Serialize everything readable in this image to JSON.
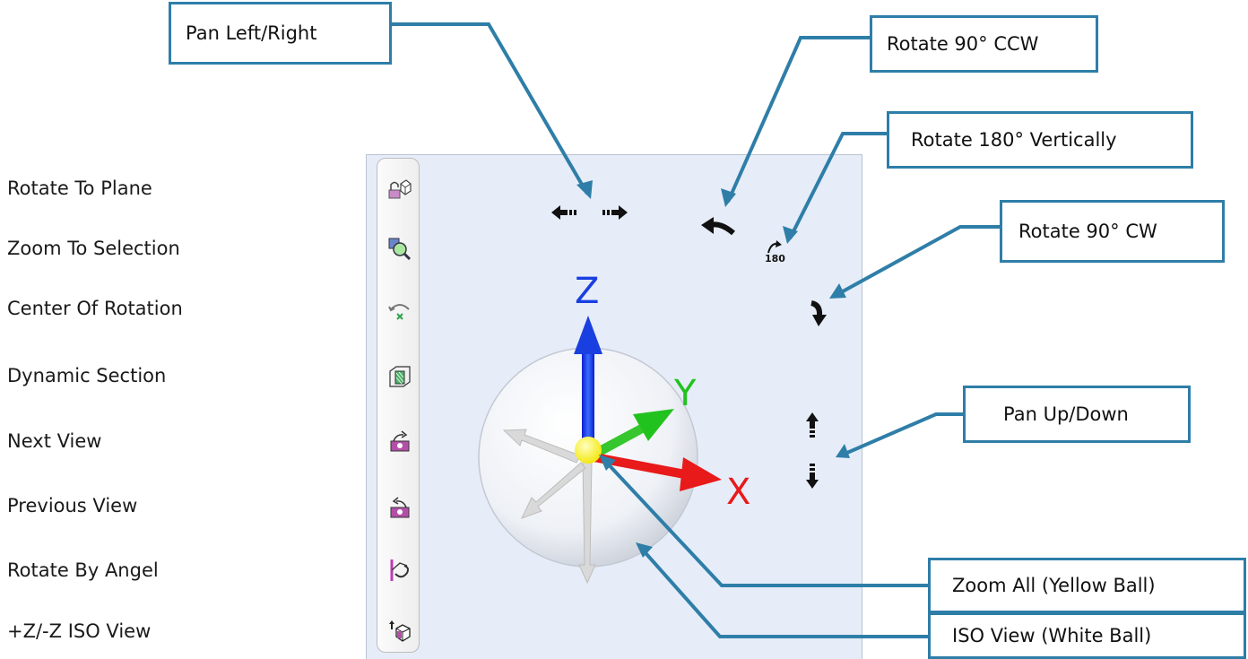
{
  "left_labels": [
    "Rotate To Plane",
    "Zoom To Selection",
    "Center Of Rotation",
    "Dynamic Section",
    "Next View",
    "Previous View",
    "Rotate By Angel",
    "+Z/-Z ISO View"
  ],
  "callouts": {
    "pan_left_right": "Pan Left/Right",
    "rotate_90_ccw": "Rotate 90° CCW",
    "rotate_180_vertically": "Rotate 180° Vertically",
    "rotate_90_cw": "Rotate 90° CW",
    "pan_up_down": "Pan Up/Down",
    "zoom_all": "Zoom All (Yellow Ball)",
    "iso_view": "ISO View (White Ball)"
  },
  "axes": {
    "z": "Z",
    "y": "Y",
    "x": "X"
  },
  "icon_text_180": "180",
  "toolbar_icons": [
    "rotate-to-plane-icon",
    "zoom-to-selection-icon",
    "center-of-rotation-icon",
    "dynamic-section-icon",
    "next-view-icon",
    "previous-view-icon",
    "rotate-by-angle-icon",
    "z-iso-view-icon"
  ],
  "colors": {
    "callout_border": "#2e7ea8",
    "leader_line": "#2e7ea8",
    "axis_z": "#1a3fe0",
    "axis_y": "#22c21e",
    "axis_x": "#e81a1a",
    "center_ball": "#ffff00",
    "panel_bg": "#e6edf9"
  }
}
